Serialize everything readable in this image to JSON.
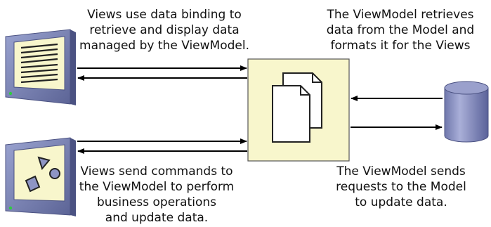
{
  "captions": {
    "views_binding": [
      "Views use data binding to",
      "retrieve and display data",
      "managed by the ViewModel."
    ],
    "viewmodel_retrieves": [
      "The ViewModel retrieves",
      "data from the Model and",
      "formats it for the Views"
    ],
    "views_commands": [
      "Views send commands to",
      "the ViewModel to perform",
      "business operations",
      "and update data."
    ],
    "viewmodel_requests": [
      "The ViewModel sends",
      "requests to the Model",
      "to update data."
    ]
  },
  "colors": {
    "monitor_frame": "#7a86b8",
    "monitor_screen": "#f8f6cc",
    "viewmodel_box": "#f8f6cc",
    "database": "#8e95c4",
    "arrow": "#000000",
    "status_dot": "#2ecc40"
  }
}
